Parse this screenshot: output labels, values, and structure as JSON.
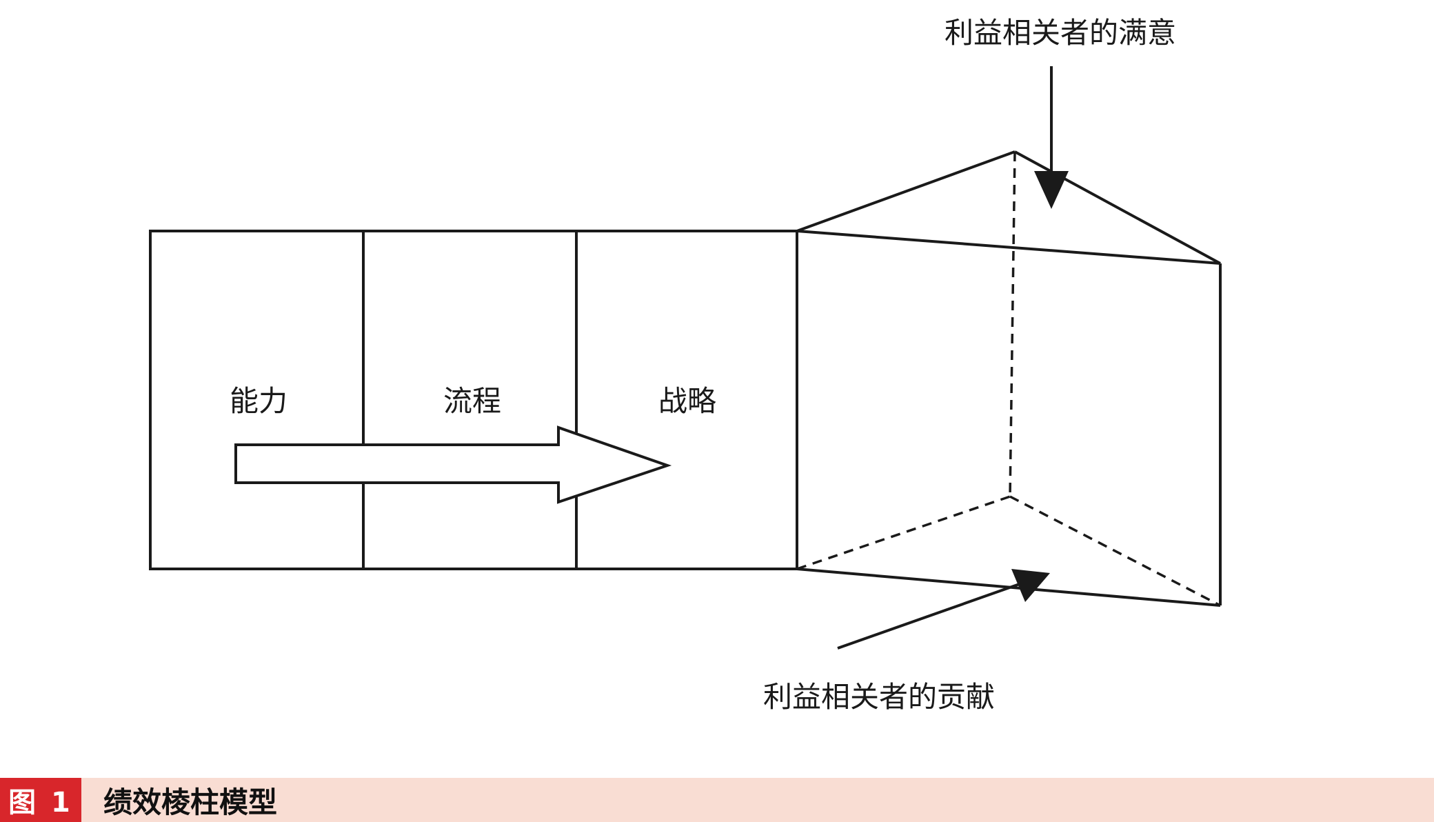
{
  "diagram": {
    "box_labels": [
      "能力",
      "流程",
      "战略"
    ],
    "top_label": "利益相关者的满意",
    "bottom_label": "利益相关者的贡献"
  },
  "caption": {
    "tag": "图 1",
    "title": "绩效棱柱模型"
  },
  "colors": {
    "tag_background": "#d8262b",
    "caption_background": "#f9ddd3",
    "line": "#1a1a1a"
  }
}
